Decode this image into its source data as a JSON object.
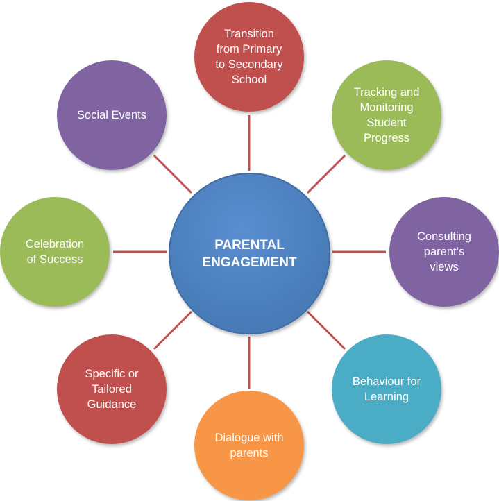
{
  "center": {
    "label": "PARENTAL\nENGAGEMENT",
    "color": "#4a7ebb"
  },
  "nodes": [
    {
      "label": "Transition\nfrom Primary\nto Secondary\nSchool",
      "color": "#c0504d"
    },
    {
      "label": "Tracking and\nMonitoring\nStudent\nProgress",
      "color": "#9bbb59"
    },
    {
      "label": "Consulting\nparent’s\nviews",
      "color": "#8064a2"
    },
    {
      "label": "Behaviour for\nLearning",
      "color": "#4bacc6"
    },
    {
      "label": "Dialogue with\nparents",
      "color": "#f79646"
    },
    {
      "label": "Specific or\nTailored\nGuidance",
      "color": "#c0504d"
    },
    {
      "label": "Celebration\nof Success",
      "color": "#9bbb59"
    },
    {
      "label": "Social Events",
      "color": "#8064a2"
    }
  ],
  "connector_color": "#c0504d"
}
